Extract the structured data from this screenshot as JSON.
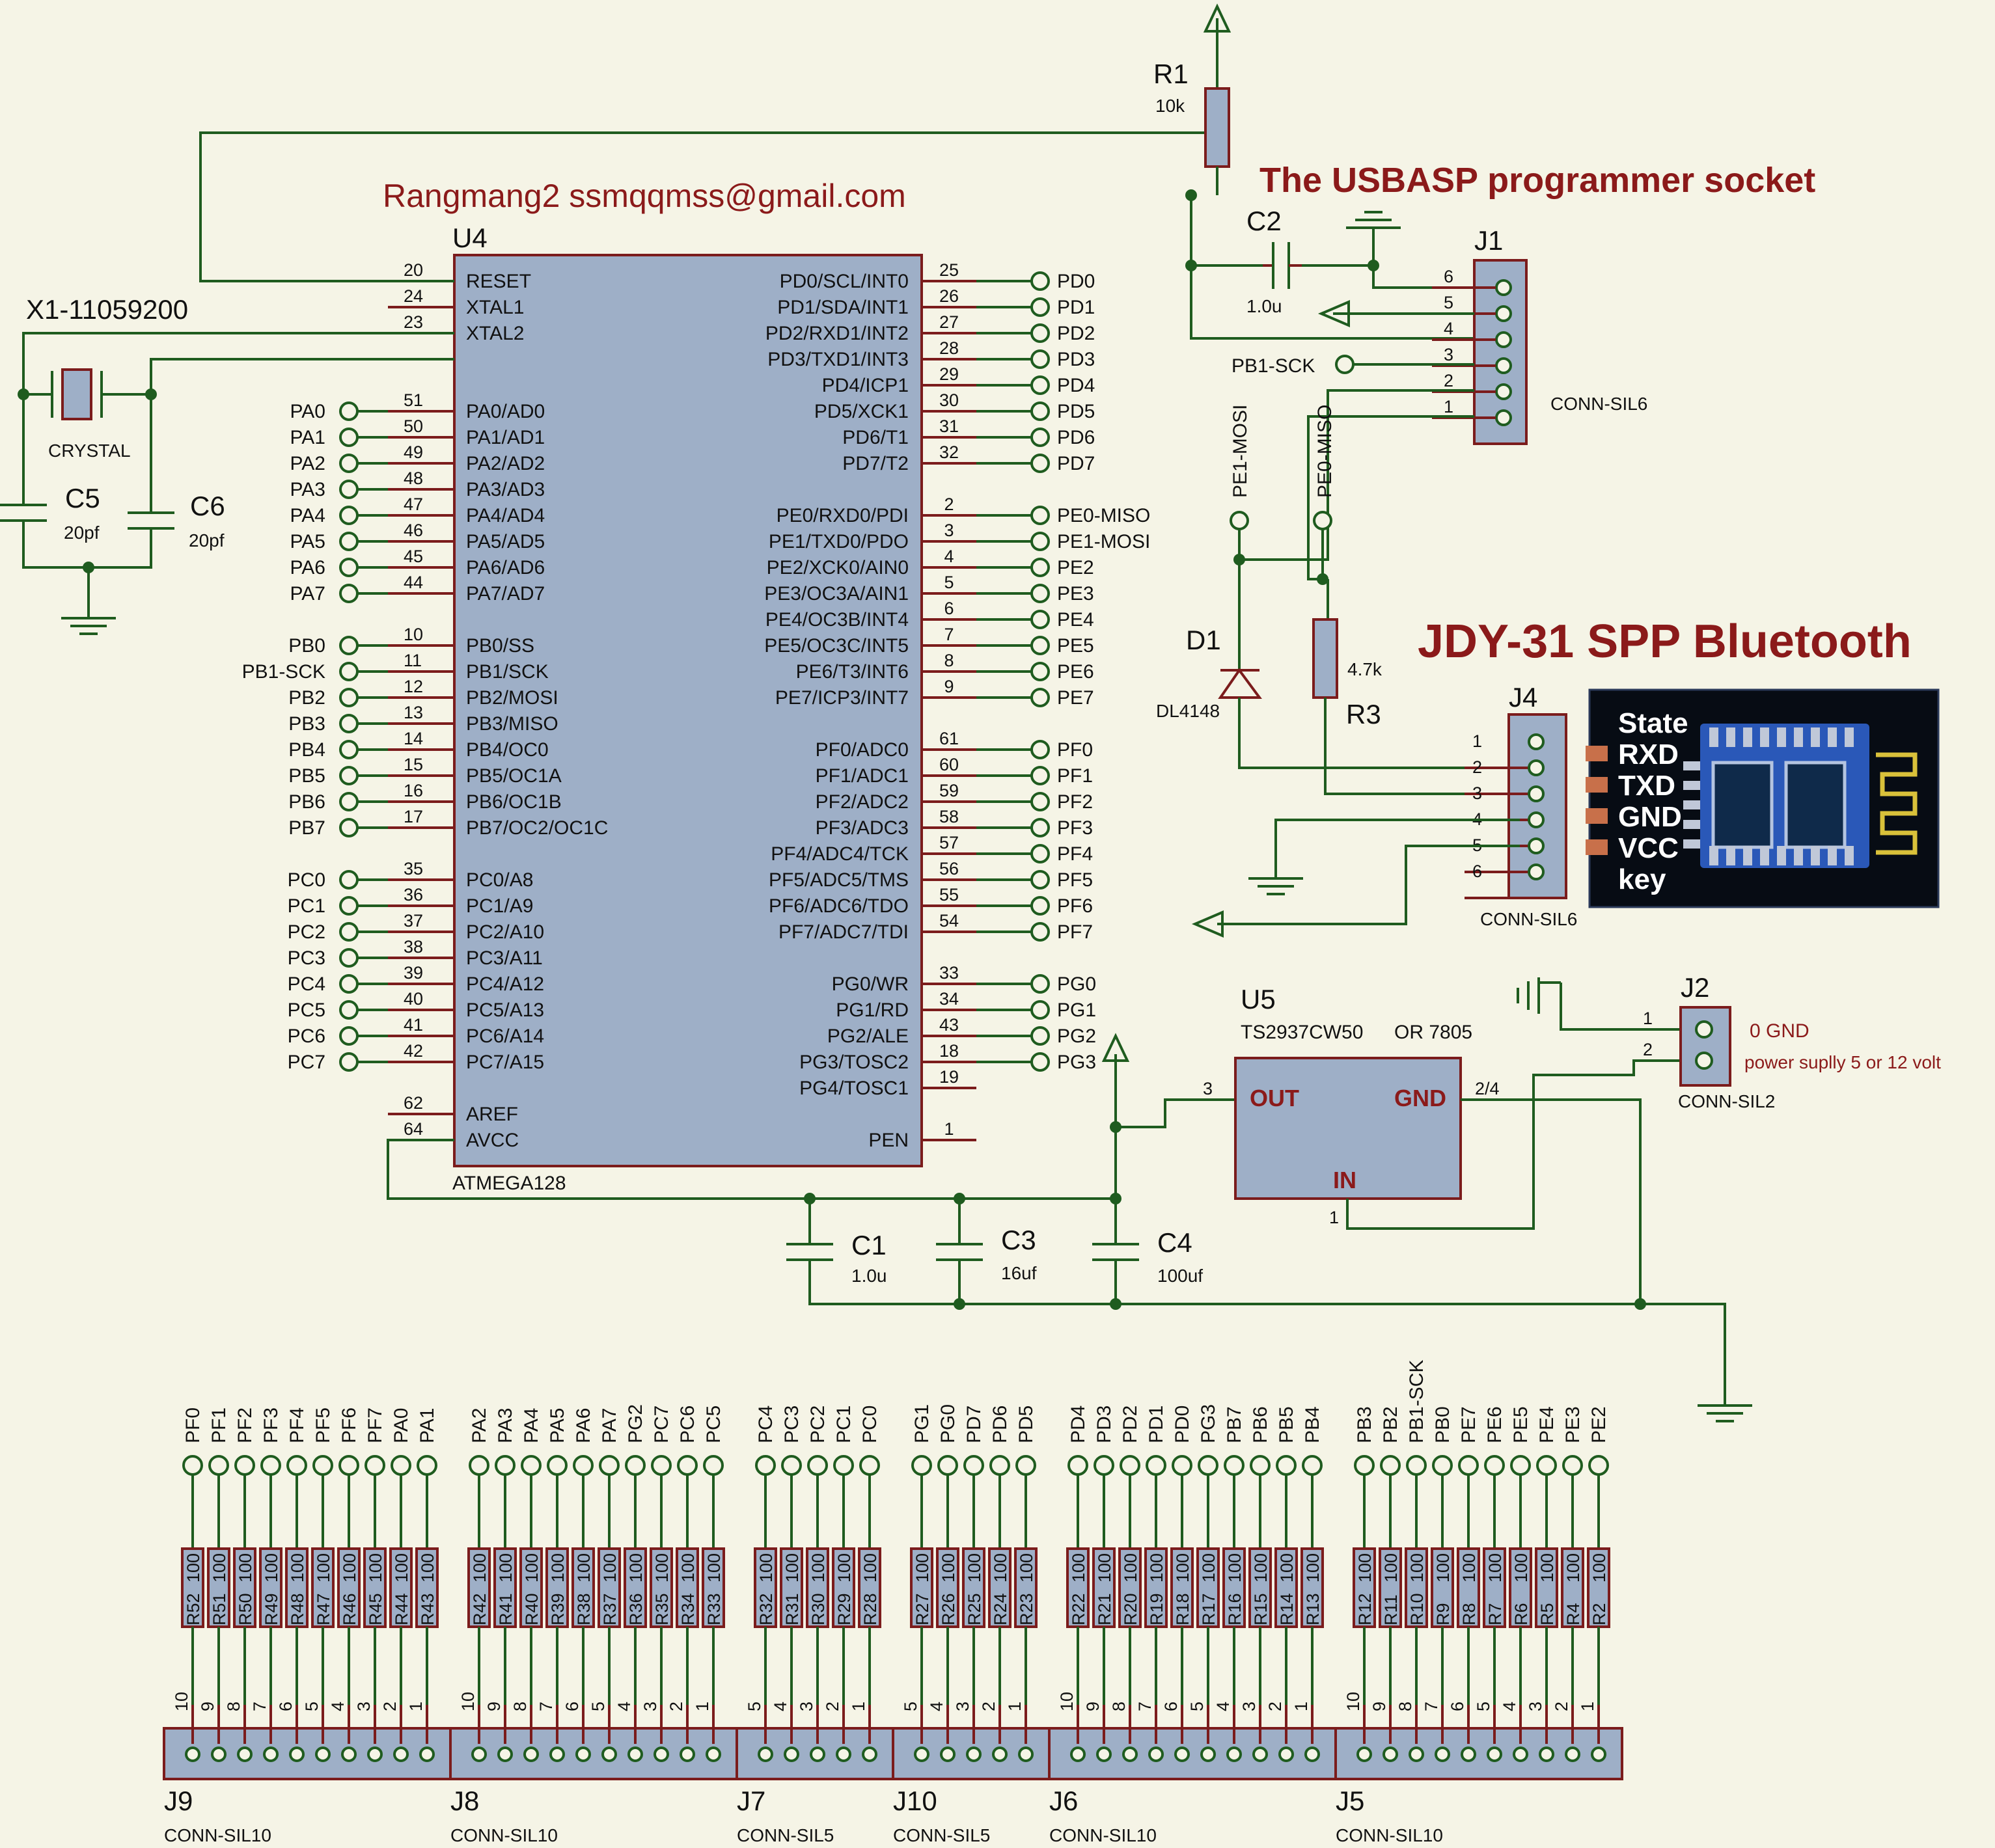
{
  "header": {
    "author": "Rangmang2  ssmqqmss@gmail.com",
    "usbasp_title": "The USBASP programmer socket",
    "bt_title": "JDY-31 SPP Bluetooth"
  },
  "mcu": {
    "ref": "U4",
    "part": "ATMEGA128",
    "left_pins": [
      {
        "num": "20",
        "name": "RESET",
        "net": ""
      },
      {
        "num": "24",
        "name": "XTAL1",
        "net": ""
      },
      {
        "num": "23",
        "name": "XTAL2",
        "net": ""
      },
      {
        "num": "51",
        "name": "PA0/AD0",
        "net": "PA0"
      },
      {
        "num": "50",
        "name": "PA1/AD1",
        "net": "PA1"
      },
      {
        "num": "49",
        "name": "PA2/AD2",
        "net": "PA2"
      },
      {
        "num": "48",
        "name": "PA3/AD3",
        "net": "PA3"
      },
      {
        "num": "47",
        "name": "PA4/AD4",
        "net": "PA4"
      },
      {
        "num": "46",
        "name": "PA5/AD5",
        "net": "PA5"
      },
      {
        "num": "45",
        "name": "PA6/AD6",
        "net": "PA6"
      },
      {
        "num": "44",
        "name": "PA7/AD7",
        "net": "PA7"
      },
      {
        "num": "",
        "name": "",
        "net": ""
      },
      {
        "num": "10",
        "name": "PB0/SS",
        "net": "PB0"
      },
      {
        "num": "11",
        "name": "PB1/SCK",
        "net": "PB1-SCK"
      },
      {
        "num": "12",
        "name": "PB2/MOSI",
        "net": "PB2"
      },
      {
        "num": "13",
        "name": "PB3/MISO",
        "net": "PB3"
      },
      {
        "num": "14",
        "name": "PB4/OC0",
        "net": "PB4"
      },
      {
        "num": "15",
        "name": "PB5/OC1A",
        "net": "PB5"
      },
      {
        "num": "16",
        "name": "PB6/OC1B",
        "net": "PB6"
      },
      {
        "num": "17",
        "name": "PB7/OC2/OC1C",
        "net": "PB7"
      },
      {
        "num": "",
        "name": "",
        "net": ""
      },
      {
        "num": "35",
        "name": "PC0/A8",
        "net": "PC0"
      },
      {
        "num": "36",
        "name": "PC1/A9",
        "net": "PC1"
      },
      {
        "num": "37",
        "name": "PC2/A10",
        "net": "PC2"
      },
      {
        "num": "38",
        "name": "PC3/A11",
        "net": "PC3"
      },
      {
        "num": "39",
        "name": "PC4/A12",
        "net": "PC4"
      },
      {
        "num": "40",
        "name": "PC5/A13",
        "net": "PC5"
      },
      {
        "num": "41",
        "name": "PC6/A14",
        "net": "PC6"
      },
      {
        "num": "42",
        "name": "PC7/A15",
        "net": "PC7"
      },
      {
        "num": "",
        "name": "",
        "net": ""
      },
      {
        "num": "62",
        "name": "AREF",
        "net": ""
      },
      {
        "num": "64",
        "name": "AVCC",
        "net": ""
      }
    ],
    "right_pins": [
      {
        "num": "25",
        "name": "PD0/SCL/INT0",
        "net": "PD0"
      },
      {
        "num": "26",
        "name": "PD1/SDA/INT1",
        "net": "PD1"
      },
      {
        "num": "27",
        "name": "PD2/RXD1/INT2",
        "net": "PD2"
      },
      {
        "num": "28",
        "name": "PD3/TXD1/INT3",
        "net": "PD3"
      },
      {
        "num": "29",
        "name": "PD4/ICP1",
        "net": "PD4"
      },
      {
        "num": "30",
        "name": "PD5/XCK1",
        "net": "PD5"
      },
      {
        "num": "31",
        "name": "PD6/T1",
        "net": "PD6"
      },
      {
        "num": "32",
        "name": "PD7/T2",
        "net": "PD7"
      },
      {
        "num": "",
        "name": "",
        "net": ""
      },
      {
        "num": "2",
        "name": "PE0/RXD0/PDI",
        "net": "PE0-MISO"
      },
      {
        "num": "3",
        "name": "PE1/TXD0/PDO",
        "net": "PE1-MOSI"
      },
      {
        "num": "4",
        "name": "PE2/XCK0/AIN0",
        "net": "PE2"
      },
      {
        "num": "5",
        "name": "PE3/OC3A/AIN1",
        "net": "PE3"
      },
      {
        "num": "6",
        "name": "PE4/OC3B/INT4",
        "net": "PE4"
      },
      {
        "num": "7",
        "name": "PE5/OC3C/INT5",
        "net": "PE5"
      },
      {
        "num": "8",
        "name": "PE6/T3/INT6",
        "net": "PE6"
      },
      {
        "num": "9",
        "name": "PE7/ICP3/INT7",
        "net": "PE7"
      },
      {
        "num": "",
        "name": "",
        "net": ""
      },
      {
        "num": "61",
        "name": "PF0/ADC0",
        "net": "PF0"
      },
      {
        "num": "60",
        "name": "PF1/ADC1",
        "net": "PF1"
      },
      {
        "num": "59",
        "name": "PF2/ADC2",
        "net": "PF2"
      },
      {
        "num": "58",
        "name": "PF3/ADC3",
        "net": "PF3"
      },
      {
        "num": "57",
        "name": "PF4/ADC4/TCK",
        "net": "PF4"
      },
      {
        "num": "56",
        "name": "PF5/ADC5/TMS",
        "net": "PF5"
      },
      {
        "num": "55",
        "name": "PF6/ADC6/TDO",
        "net": "PF6"
      },
      {
        "num": "54",
        "name": "PF7/ADC7/TDI",
        "net": "PF7"
      },
      {
        "num": "",
        "name": "",
        "net": ""
      },
      {
        "num": "33",
        "name": "PG0/WR",
        "net": "PG0"
      },
      {
        "num": "34",
        "name": "PG1/RD",
        "net": "PG1"
      },
      {
        "num": "43",
        "name": "PG2/ALE",
        "net": "PG2"
      },
      {
        "num": "18",
        "name": "PG3/TOSC2",
        "net": "PG3"
      },
      {
        "num": "19",
        "name": "PG4/TOSC1",
        "net": ""
      },
      {
        "num": "",
        "name": "",
        "net": ""
      },
      {
        "num": "1",
        "name": "PEN",
        "net": ""
      }
    ]
  },
  "crystal": {
    "ref": "X1-11059200",
    "type": "CRYSTAL"
  },
  "c5": {
    "ref": "C5",
    "value": "20pf"
  },
  "c6": {
    "ref": "C6",
    "value": "20pf"
  },
  "r1": {
    "ref": "R1",
    "value": "10k"
  },
  "c2": {
    "ref": "C2",
    "value": "1.0u"
  },
  "j1": {
    "ref": "J1",
    "type": "CONN-SIL6",
    "pins": [
      "6",
      "5",
      "4",
      "3",
      "2",
      "1"
    ],
    "net_sck": "PB1-SCK",
    "net_mosi": "PE1-MOSI",
    "net_miso": "PE0-MISO"
  },
  "d1": {
    "ref": "D1",
    "value": "DL4148"
  },
  "r3": {
    "ref": "R3",
    "value": "4.7k"
  },
  "j4": {
    "ref": "J4",
    "type": "CONN-SIL6",
    "pins": [
      "1",
      "2",
      "3",
      "4",
      "5",
      "6"
    ]
  },
  "bt_pins": [
    "State",
    "RXD",
    "TXD",
    "GND",
    "VCC",
    "key"
  ],
  "u5": {
    "ref": "U5",
    "part": "TS2937CW50",
    "alt": "OR 7805",
    "out": "OUT",
    "gnd": "GND",
    "in": "IN",
    "pin_out": "3",
    "pin_gnd": "2/4",
    "pin_in": "1"
  },
  "j2": {
    "ref": "J2",
    "type": "CONN-SIL2",
    "pins": [
      "1",
      "2"
    ],
    "note1": "0  GND",
    "note2": "power suplly 5 or 12 volt"
  },
  "c1": {
    "ref": "C1",
    "value": "1.0u"
  },
  "c3": {
    "ref": "C3",
    "value": "16uf"
  },
  "c4": {
    "ref": "C4",
    "value": "100uf"
  },
  "resistor_value": "100",
  "connectors": [
    {
      "ref": "J9",
      "type": "CONN-SIL10",
      "nets": [
        "PF0",
        "PF1",
        "PF2",
        "PF3",
        "PF4",
        "PF5",
        "PF6",
        "PF7",
        "PA0",
        "PA1"
      ],
      "res": [
        "R52",
        "R51",
        "R50",
        "R49",
        "R48",
        "R47",
        "R46",
        "R45",
        "R44",
        "R43"
      ]
    },
    {
      "ref": "J8",
      "type": "CONN-SIL10",
      "nets": [
        "PA2",
        "PA3",
        "PA4",
        "PA5",
        "PA6",
        "PA7",
        "PG2",
        "PC7",
        "PC6",
        "PC5"
      ],
      "res": [
        "R42",
        "R41",
        "R40",
        "R39",
        "R38",
        "R37",
        "R36",
        "R35",
        "R34",
        "R33"
      ]
    },
    {
      "ref": "J7",
      "type": "CONN-SIL5",
      "nets": [
        "PC4",
        "PC3",
        "PC2",
        "PC1",
        "PC0"
      ],
      "res": [
        "R32",
        "R31",
        "R30",
        "R29",
        "R28"
      ]
    },
    {
      "ref": "J10",
      "type": "CONN-SIL5",
      "nets": [
        "PG1",
        "PG0",
        "PD7",
        "PD6",
        "PD5"
      ],
      "res": [
        "R27",
        "R26",
        "R25",
        "R24",
        "R23"
      ]
    },
    {
      "ref": "J6",
      "type": "CONN-SIL10",
      "nets": [
        "PD4",
        "PD3",
        "PD2",
        "PD1",
        "PD0",
        "PG3",
        "PB7",
        "PB6",
        "PB5",
        "PB4"
      ],
      "res": [
        "R22",
        "R21",
        "R20",
        "R19",
        "R18",
        "R17",
        "R16",
        "R15",
        "R14",
        "R13"
      ]
    },
    {
      "ref": "J5",
      "type": "CONN-SIL10",
      "nets": [
        "PB3",
        "PB2",
        "PB1-SCK",
        "PB0",
        "PE7",
        "PE6",
        "PE5",
        "PE4",
        "PE3",
        "PE2"
      ],
      "res": [
        "R12",
        "R11",
        "R10",
        "R9",
        "R8",
        "R7",
        "R6",
        "R5",
        "R4",
        "R2"
      ]
    }
  ]
}
